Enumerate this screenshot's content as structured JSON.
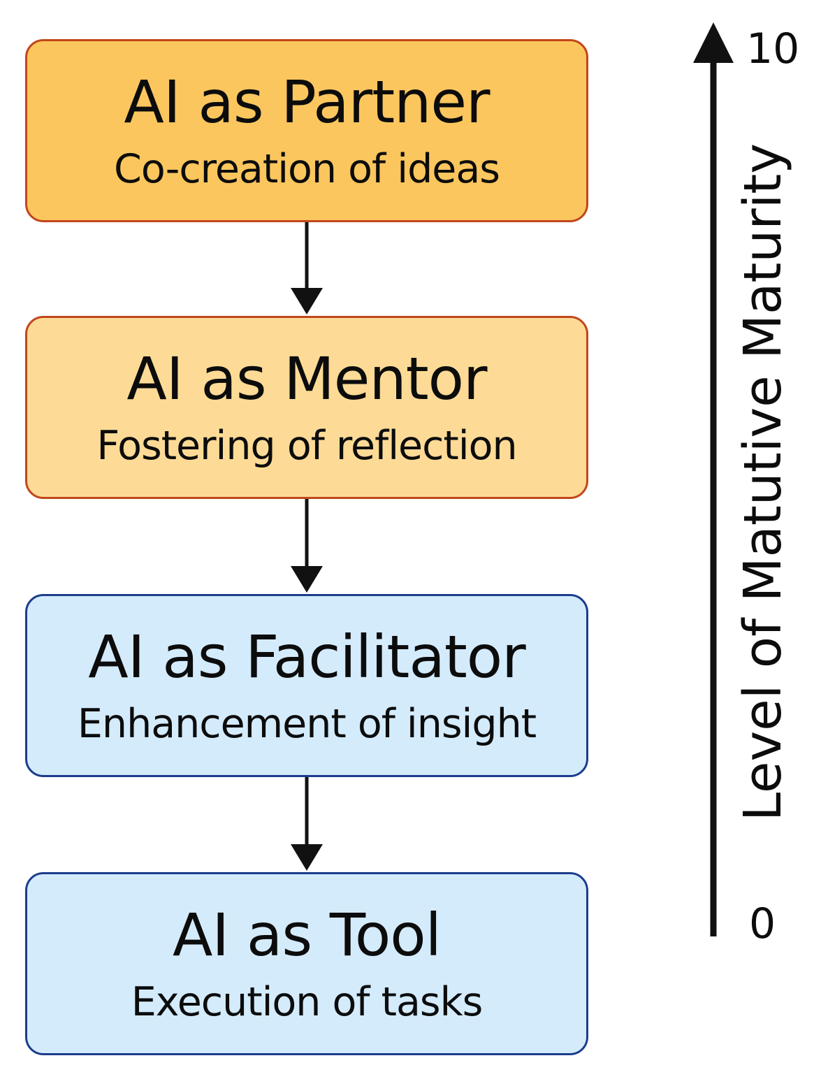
{
  "colors": {
    "partner_fill": "#fbc65e",
    "mentor_fill": "#fddb96",
    "warm_border": "#c1461c",
    "cool_fill": "#d4ebfc",
    "cool_border": "#1c3c8c",
    "arrow": "#111111"
  },
  "levels": [
    {
      "title": "AI as Partner",
      "subtitle": "Co-creation of ideas"
    },
    {
      "title": "AI as Mentor",
      "subtitle": "Fostering of reflection"
    },
    {
      "title": "AI as Facilitator",
      "subtitle": "Enhancement of insight"
    },
    {
      "title": "AI as Tool",
      "subtitle": "Execution of tasks"
    }
  ],
  "axis": {
    "label": "Level of Matutive Maturity",
    "max": "10",
    "min": "0"
  }
}
